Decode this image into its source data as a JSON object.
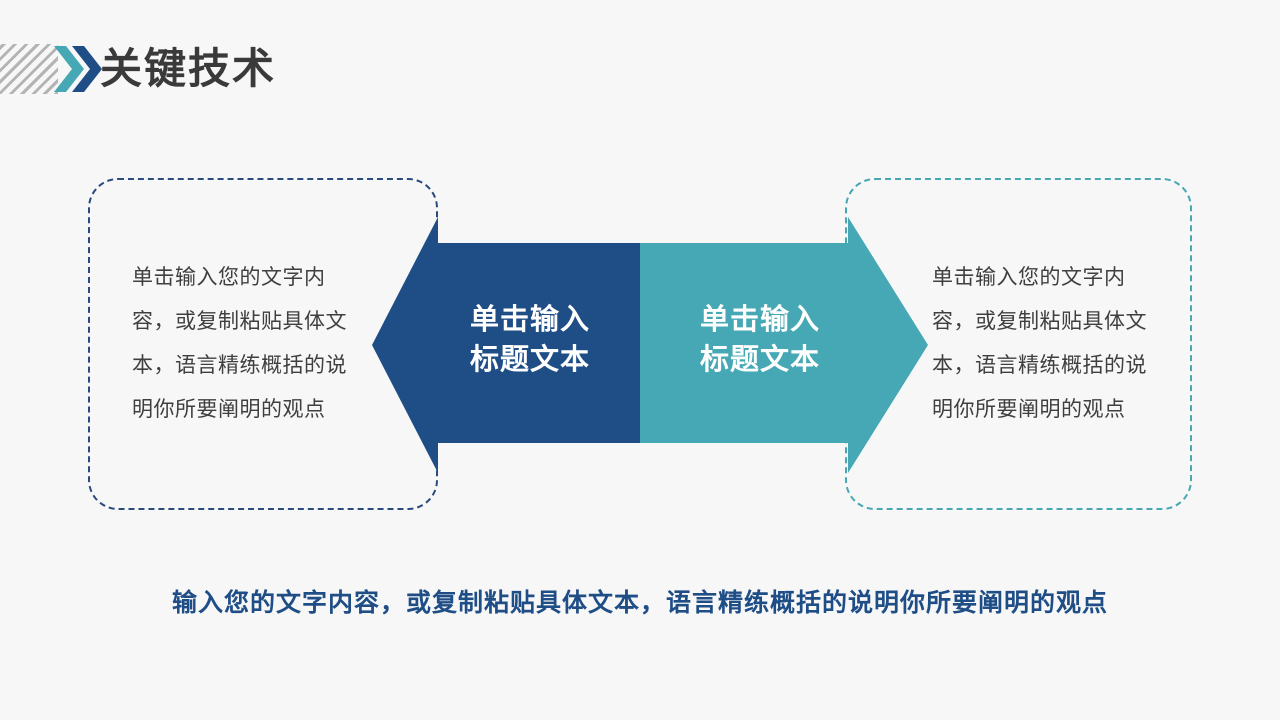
{
  "slide": {
    "background_color": "#F7F7F7",
    "title": "关键技术"
  },
  "theme": {
    "navy": "#1F4E87",
    "teal": "#45A8B4",
    "title_color": "#3A3A3A",
    "hatch_color": "#B4B4B4",
    "body_text_color": "#3F3F3F"
  },
  "header": {
    "title": "关键技术",
    "chevron_teal_color": "#45A8B4",
    "chevron_navy_color": "#1F4E87"
  },
  "left_panel": {
    "border_color": "#2B4A7D",
    "description": "单击输入您的文字内容，或复制粘贴具体文本，语言精练概括的说明你所要阐明的观点"
  },
  "right_panel": {
    "border_color": "#49A7B2",
    "description": "单击输入您的文字内容，或复制粘贴具体文本，语言精练概括的说明你所要阐明的观点"
  },
  "arrows": {
    "left": {
      "label": "单击输入\n标题文本",
      "fill_color": "#1F4E87",
      "direction": "left"
    },
    "right": {
      "label": "单击输入\n标题文本",
      "fill_color": "#45A8B4",
      "direction": "right"
    }
  },
  "caption": {
    "text": "输入您的文字内容，或复制粘贴具体文本，语言精练概括的说明你所要阐明的观点",
    "color": "#1F4E87"
  }
}
